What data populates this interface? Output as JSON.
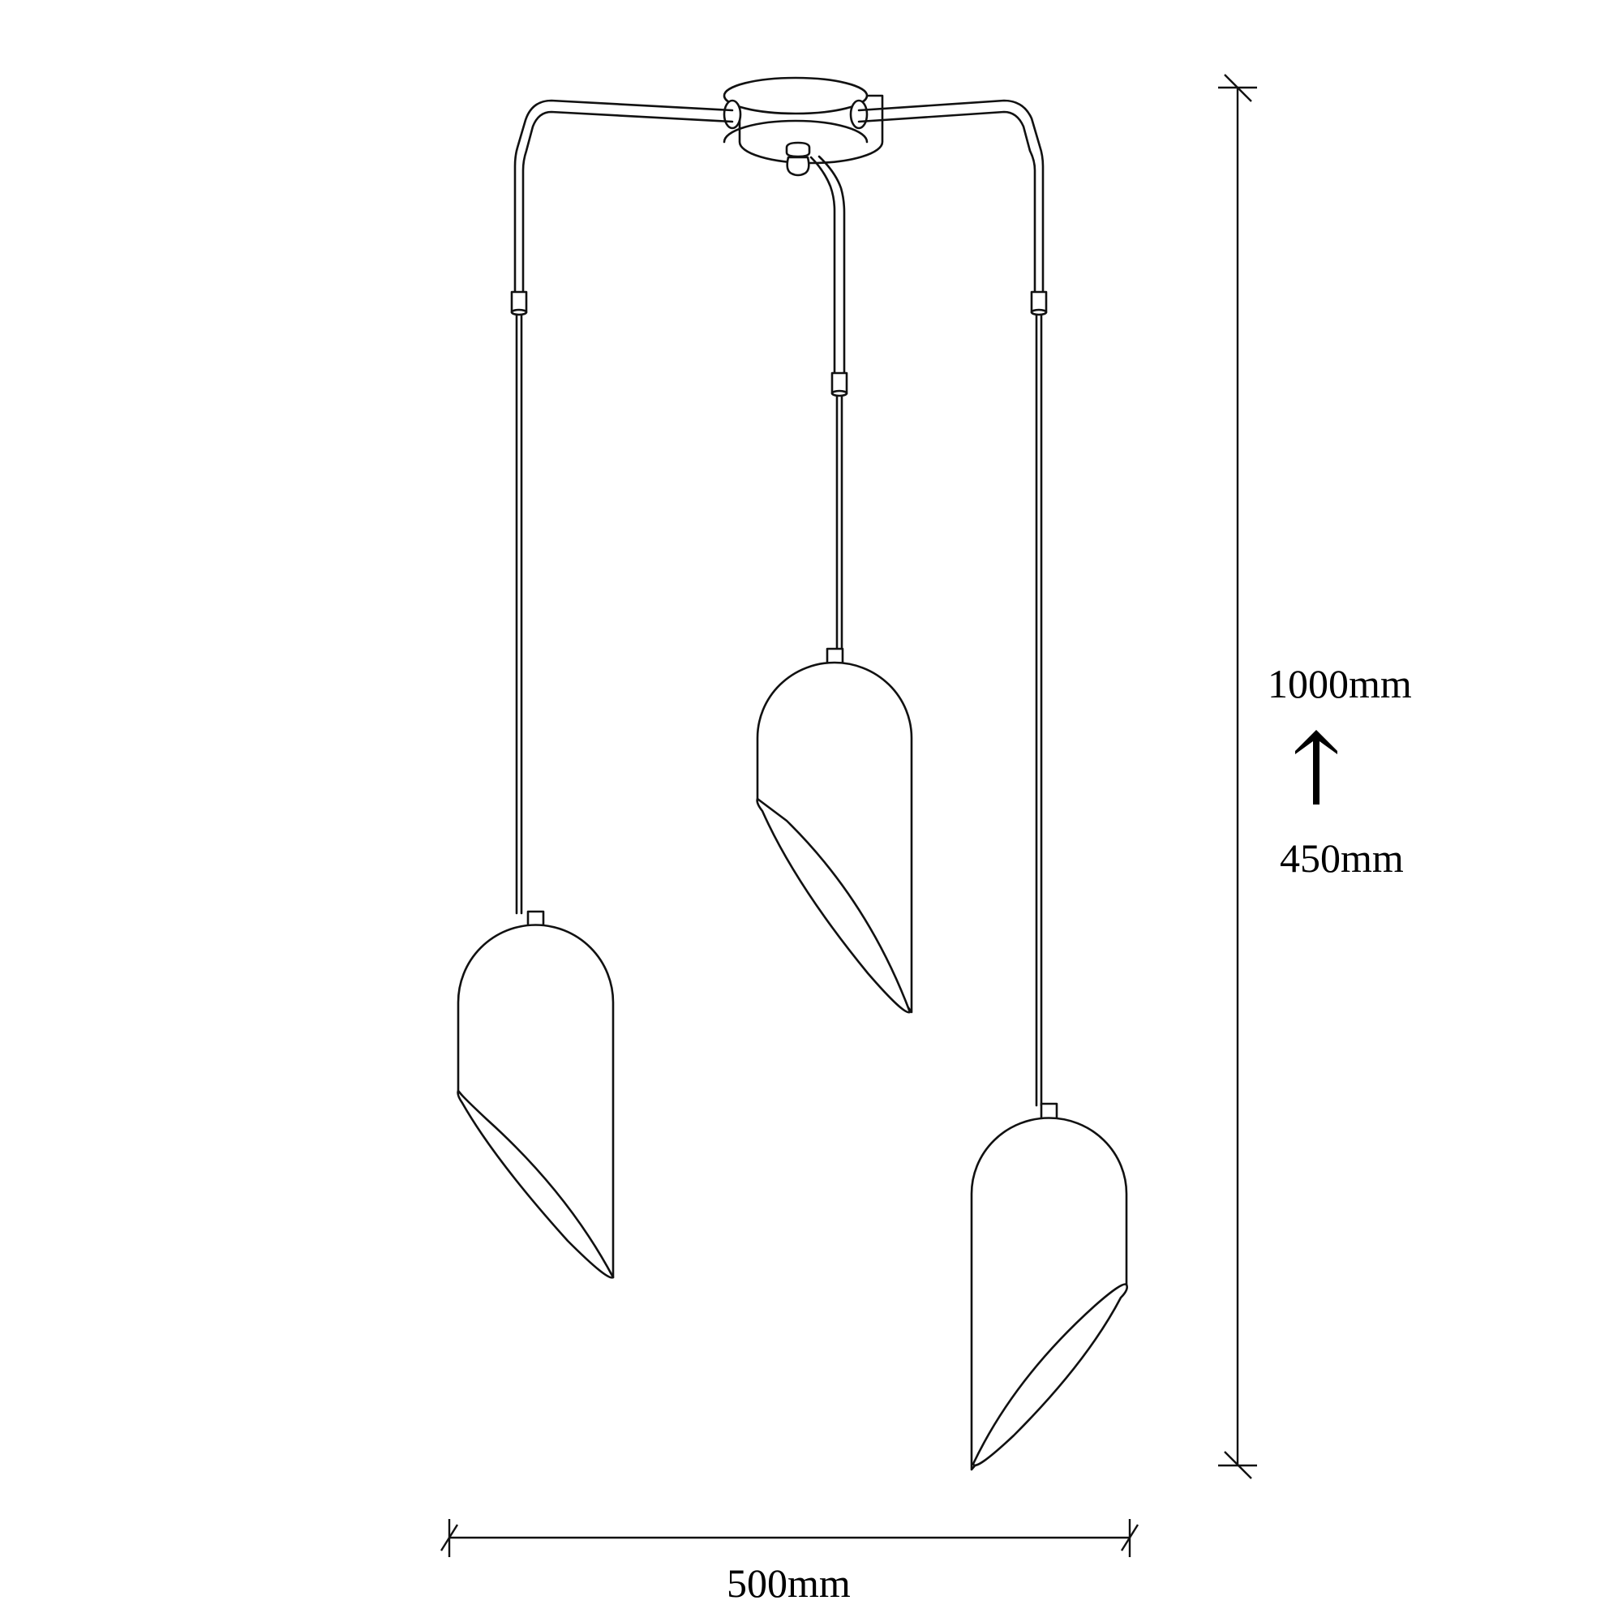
{
  "figure": {
    "type": "technical-dimension-drawing",
    "subject": "three-light pendant lamp",
    "line_color": "#111111",
    "background_color": "#ffffff"
  },
  "dimensions": {
    "height_max": "1000mm",
    "height_min": "450mm",
    "width": "500mm",
    "adjust_arrow_icon": "arrow-up-icon"
  },
  "components": {
    "canopy": "ceiling canopy with three cable outlets",
    "arms": [
      "left arm",
      "right arm",
      "center cable"
    ],
    "shades": [
      {
        "position": "left",
        "opening_facing": "left"
      },
      {
        "position": "center",
        "opening_facing": "left"
      },
      {
        "position": "right",
        "opening_facing": "right"
      }
    ]
  }
}
